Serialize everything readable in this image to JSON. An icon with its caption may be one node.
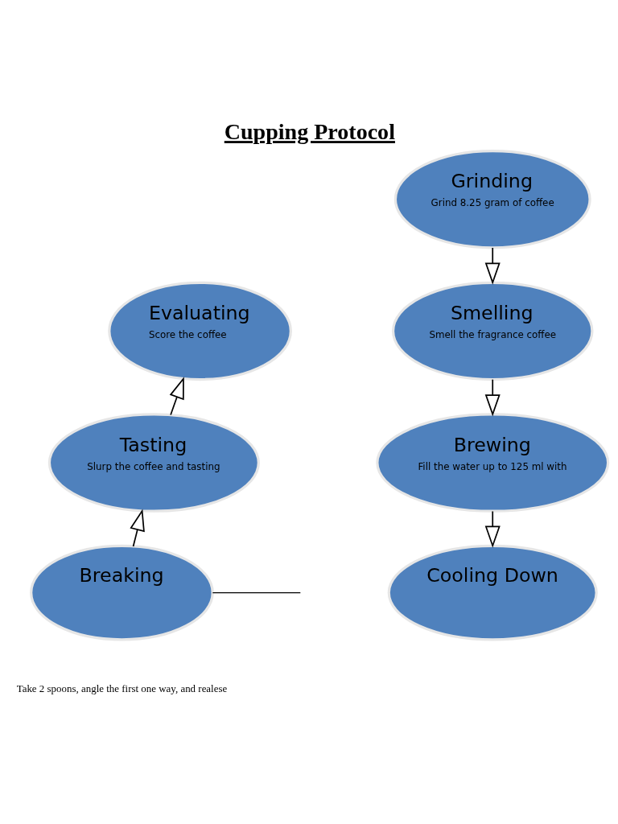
{
  "diagram": {
    "title": "Cupping Protocol",
    "nodes": [
      {
        "text": [
          "Grinding",
          "Grind 8.25 gram of coffee"
        ]
      },
      {
        "text": [
          "Smelling",
          "Smell the fragrance coffee"
        ]
      },
      {
        "text": [
          "Brewing",
          "Fill the water up to 125 ml with"
        ]
      },
      {
        "text": [
          "Cooling Down"
        ]
      },
      {
        "text": [
          "Breaking"
        ]
      },
      {
        "text": [
          "Tasting",
          "Slurp the coffee and tasting"
        ]
      },
      {
        "text": [
          "Evaluating",
          "Score the coffee"
        ]
      }
    ],
    "edges": [
      {
        "from": 0,
        "to": 1,
        "arrow": "to"
      },
      {
        "from": 1,
        "to": 2,
        "arrow": "to"
      },
      {
        "from": 2,
        "to": 3,
        "arrow": "to"
      },
      {
        "from": 4,
        "to": 5,
        "arrow": "to"
      },
      {
        "from": 5,
        "to": 6,
        "arrow": "to"
      },
      {
        "from": 4,
        "to": null,
        "arrow": "none"
      }
    ],
    "labels": [
      "Take 2 spoons, angle the first one way, and realese"
    ]
  }
}
